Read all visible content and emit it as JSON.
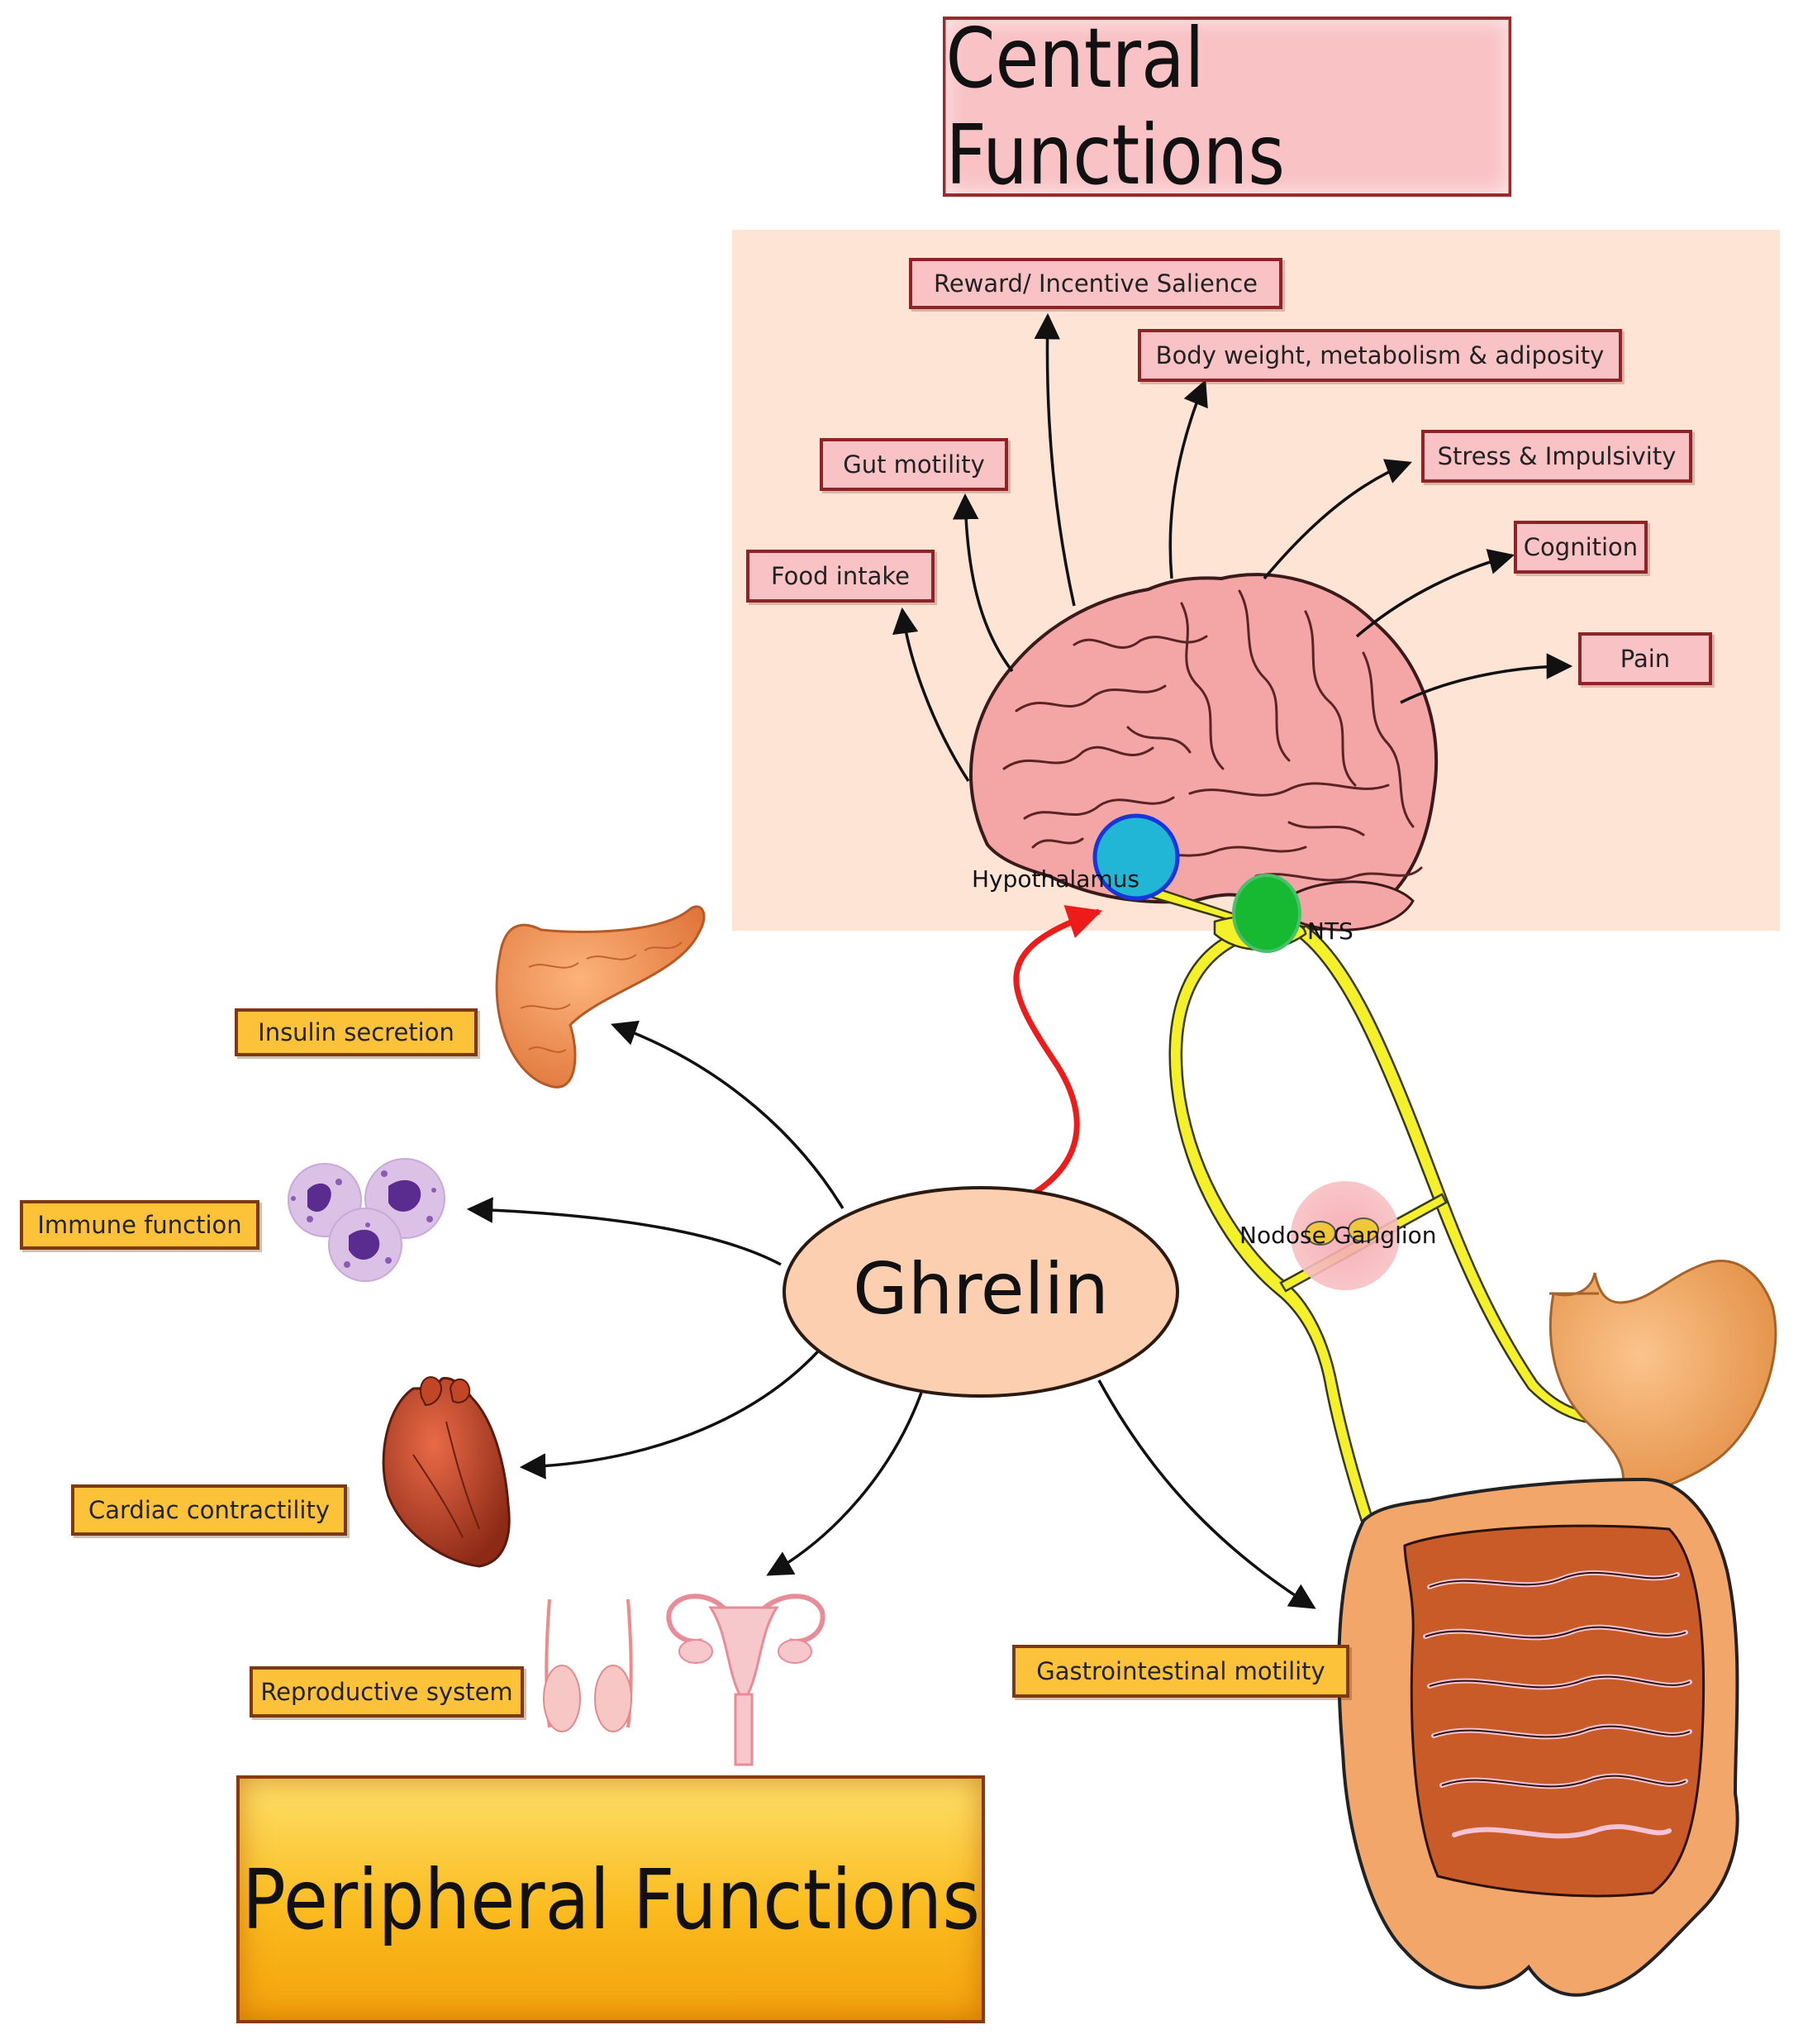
{
  "titles": {
    "central": "Central Functions",
    "peripheral": "Peripheral Functions"
  },
  "hub": {
    "label": "Ghrelin"
  },
  "central_functions": [
    "Reward/ Incentive Salience",
    "Body weight, metabolism & adiposity",
    "Gut motility",
    "Stress & Impulsivity",
    "Food intake",
    "Cognition",
    "Pain"
  ],
  "brain_regions": {
    "hypothalamus": "Hypothalamus",
    "nts": "NTS",
    "nodose": "Nodose Ganglion"
  },
  "peripheral_functions": [
    "Insulin secretion",
    "Immune function",
    "Cardiac contractility",
    "Reproductive system",
    "Gastrointestinal motility"
  ],
  "colors": {
    "central_box": "#f9c2c5",
    "central_border": "#8c2428",
    "peripheral_box": "#fcc33a",
    "peripheral_border": "#7d3a12",
    "panel": "#fde4d5",
    "hub": "#fbcfb0",
    "hypothalamus": "#21b5d6",
    "nts": "#17b832",
    "vagus": "#f4f02a",
    "red_arrow": "#ee1b1b"
  }
}
